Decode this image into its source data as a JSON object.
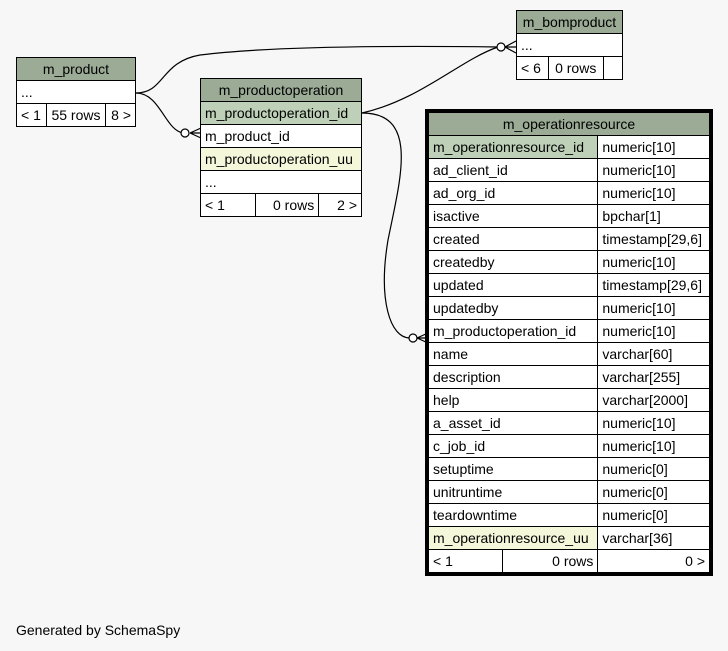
{
  "m_product": {
    "name": "m_product",
    "columns": [
      "..."
    ],
    "footer": {
      "parents": "< 1",
      "rows": "55 rows",
      "children": "8 >"
    }
  },
  "m_bomproduct": {
    "name": "m_bomproduct",
    "columns": [
      "..."
    ],
    "footer": {
      "parents": "< 6",
      "rows": "0 rows",
      "children": ""
    }
  },
  "m_productoperation": {
    "name": "m_productoperation",
    "columns": [
      "m_productoperation_id",
      "m_product_id",
      "m_productoperation_uu",
      "..."
    ],
    "footer": {
      "parents": "< 1",
      "rows": "0 rows",
      "children": "2 >"
    }
  },
  "m_operationresource": {
    "name": "m_operationresource",
    "columns": [
      {
        "name": "m_operationresource_id",
        "type": "numeric[10]"
      },
      {
        "name": "ad_client_id",
        "type": "numeric[10]"
      },
      {
        "name": "ad_org_id",
        "type": "numeric[10]"
      },
      {
        "name": "isactive",
        "type": "bpchar[1]"
      },
      {
        "name": "created",
        "type": "timestamp[29,6]"
      },
      {
        "name": "createdby",
        "type": "numeric[10]"
      },
      {
        "name": "updated",
        "type": "timestamp[29,6]"
      },
      {
        "name": "updatedby",
        "type": "numeric[10]"
      },
      {
        "name": "m_productoperation_id",
        "type": "numeric[10]"
      },
      {
        "name": "name",
        "type": "varchar[60]"
      },
      {
        "name": "description",
        "type": "varchar[255]"
      },
      {
        "name": "help",
        "type": "varchar[2000]"
      },
      {
        "name": "a_asset_id",
        "type": "numeric[10]"
      },
      {
        "name": "c_job_id",
        "type": "numeric[10]"
      },
      {
        "name": "setuptime",
        "type": "numeric[0]"
      },
      {
        "name": "unitruntime",
        "type": "numeric[0]"
      },
      {
        "name": "teardowntime",
        "type": "numeric[0]"
      },
      {
        "name": "m_operationresource_uu",
        "type": "varchar[36]"
      }
    ],
    "footer": {
      "parents": "< 1",
      "rows": "0 rows",
      "children": "0 >"
    }
  },
  "footer_text": "Generated by SchemaSpy",
  "colors": {
    "header": "#9bab96",
    "primary_key": "#bed1b8",
    "unique": "#f4f7da",
    "background": "#f7f7f7"
  }
}
